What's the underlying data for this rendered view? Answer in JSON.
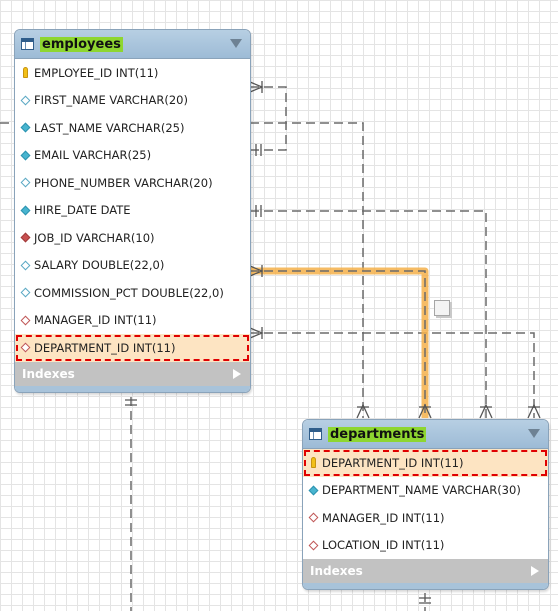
{
  "entities": {
    "employees": {
      "title": "employees",
      "columns": [
        {
          "label": "EMPLOYEE_ID INT(11)",
          "icon": "primary-key-icon"
        },
        {
          "label": "FIRST_NAME VARCHAR(20)",
          "icon": "nullable-column-icon"
        },
        {
          "label": "LAST_NAME VARCHAR(25)",
          "icon": "not-null-column-icon"
        },
        {
          "label": "EMAIL VARCHAR(25)",
          "icon": "not-null-column-icon"
        },
        {
          "label": "PHONE_NUMBER VARCHAR(20)",
          "icon": "nullable-column-icon"
        },
        {
          "label": "HIRE_DATE DATE",
          "icon": "not-null-column-icon"
        },
        {
          "label": "JOB_ID VARCHAR(10)",
          "icon": "not-null-foreign-key-icon"
        },
        {
          "label": "SALARY DOUBLE(22,0)",
          "icon": "nullable-column-icon"
        },
        {
          "label": "COMMISSION_PCT DOUBLE(22,0)",
          "icon": "nullable-column-icon"
        },
        {
          "label": "MANAGER_ID INT(11)",
          "icon": "nullable-foreign-key-icon"
        },
        {
          "label": "DEPARTMENT_ID INT(11)",
          "icon": "nullable-foreign-key-icon",
          "highlighted": true
        }
      ],
      "indexes_label": "Indexes"
    },
    "departments": {
      "title": "departments",
      "columns": [
        {
          "label": "DEPARTMENT_ID INT(11)",
          "icon": "primary-key-icon",
          "highlighted": true
        },
        {
          "label": "DEPARTMENT_NAME VARCHAR(30)",
          "icon": "not-null-column-icon"
        },
        {
          "label": "MANAGER_ID INT(11)",
          "icon": "nullable-foreign-key-icon"
        },
        {
          "label": "LOCATION_ID INT(11)",
          "icon": "nullable-foreign-key-icon"
        }
      ],
      "indexes_label": "Indexes"
    }
  },
  "colors": {
    "title_highlight": "#8ed630",
    "selected_row": "#fde4c2",
    "selected_outline": "#e00000",
    "selected_relationship": "#f5b04a",
    "relationship_line": "#6b6b6b"
  }
}
